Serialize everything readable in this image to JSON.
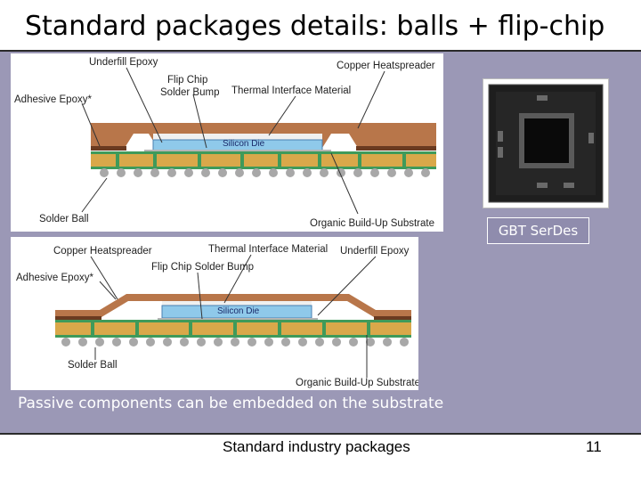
{
  "slide": {
    "title": "Standard packages details: balls + flip-chip",
    "passive_note": "Passive components can be embedded on the substrate",
    "footer": "Standard industry packages",
    "page_number": "11"
  },
  "diagram1": {
    "labels": {
      "underfill": "Underfill Epoxy",
      "copper": "Copper Heatspreader",
      "flipchip_line1": "Flip Chip",
      "flipchip_line2": "Solder Bump",
      "thermal": "Thermal Interface Material",
      "adhesive": "Adhesive Epoxy*",
      "die": "Silicon Die",
      "solder_ball": "Solder Ball",
      "substrate": "Organic Build-Up Substrate"
    }
  },
  "diagram2": {
    "labels": {
      "copper": "Copper Heatspreader",
      "thermal": "Thermal Interface Material",
      "underfill": "Underfill Epoxy",
      "flipchip": "Flip Chip Solder Bump",
      "adhesive": "Adhesive Epoxy*",
      "die": "Silicon Die",
      "solder_ball": "Solder Ball",
      "substrate": "Organic Build-Up Substrate"
    }
  },
  "photo": {
    "caption": "GBT SerDes"
  },
  "colors": {
    "panel": "#9b98b6",
    "copper": "#b8764a",
    "substrate": "#d9a84a",
    "substrate_green": "#3f9a5a",
    "die": "#8fc9ea",
    "ball": "#a8a8a8"
  }
}
